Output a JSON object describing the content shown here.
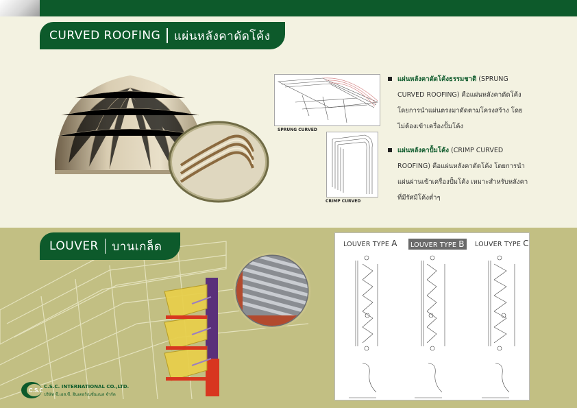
{
  "section_curved": {
    "title_en": "CURVED ROOFING",
    "title_th": "แผ่นหลังคาดัดโค้ง",
    "caption_sprung": "SPRUNG CURVED",
    "caption_crimp": "CRIMP CURVED",
    "bullets": [
      {
        "highlight": "แผ่นหลังคาดัดโค้งธรรมชาติ",
        "text": " (SPRUNG CURVED ROOFING) คือแผ่นหลังคาดัดโค้ง โดยการนำแผ่นตรงมาดัดตามโครงสร้าง โดย ไม่ต้องเข้าเครื่องปั้มโค้ง"
      },
      {
        "highlight": "แผ่นหลังคาปั้มโค้ง",
        "text": " (CRIMP CURVED ROOFING) คือแผ่นหลังคาดัดโค้ง โดยการนำ แผ่นผ่านเข้าเครื่องปั้มโค้ง เหมาะสำหรับหลังคา ที่มีรัศมีโค้งต่ำๆ"
      }
    ]
  },
  "section_louver": {
    "title_en": "LOUVER",
    "title_th": "บานเกล็ด",
    "types": [
      {
        "label": "LOUVER TYPE ",
        "letter": "A",
        "selected": false
      },
      {
        "label": "LOUVER TYPE ",
        "letter": "B",
        "selected": true
      },
      {
        "label": "LOUVER TYPE ",
        "letter": "C",
        "selected": false
      }
    ]
  },
  "company": {
    "logo_text": "C.S.C",
    "name": "C.S.C. INTERNATIONAL CO.,LTD.",
    "name_th": "บริษัท ซี.เอส.ซี. อินเตอร์เนชั่นแนล จำกัด"
  },
  "colors": {
    "brand_green": "#0d5a2b",
    "upper_bg": "#f3f2e1",
    "lower_bg": "#c2bf83"
  }
}
